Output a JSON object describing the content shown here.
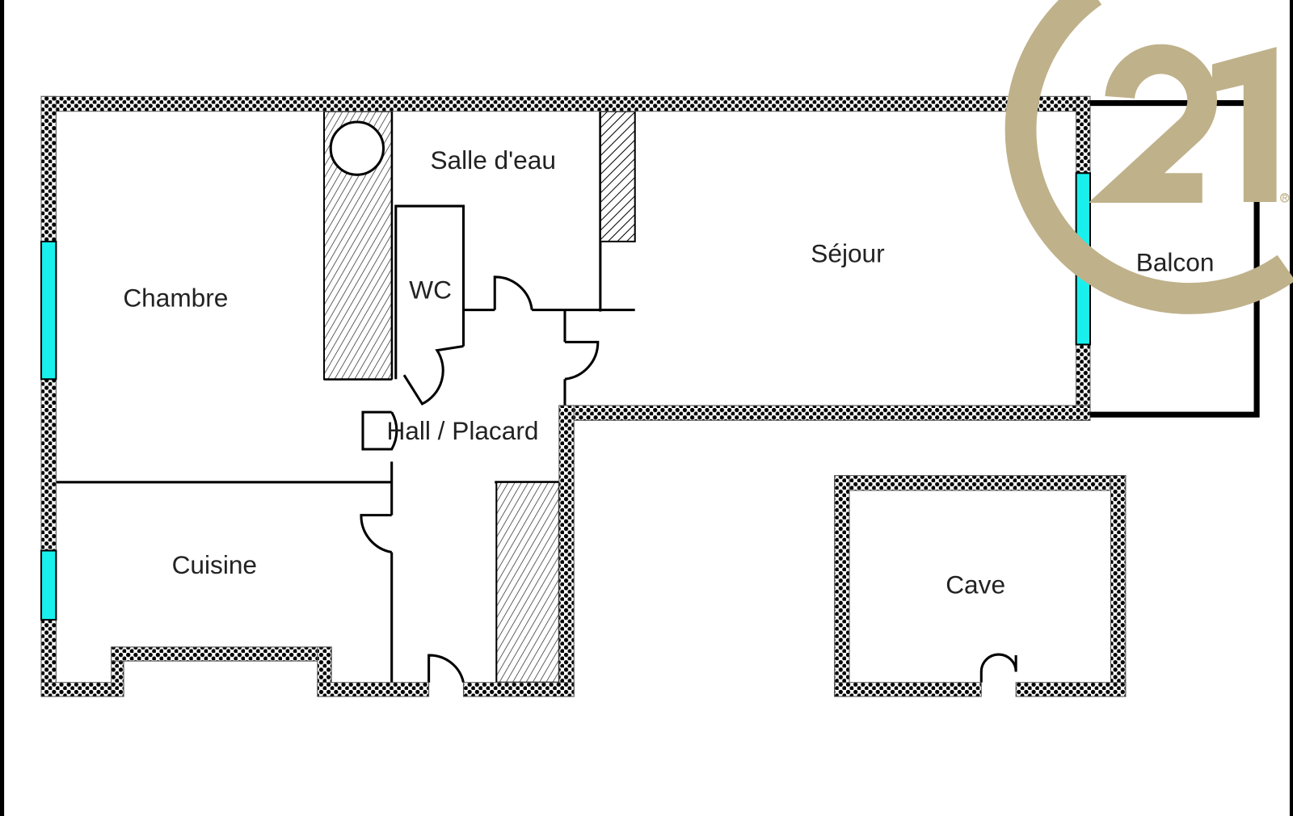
{
  "plan": {
    "rooms": {
      "chambre": "Chambre",
      "salle_deau": "Salle d'eau",
      "wc": "WC",
      "sejour": "Séjour",
      "balcon": "Balcon",
      "hall": "Hall / Placard",
      "cuisine": "Cuisine",
      "cave": "Cave"
    }
  },
  "logo": {
    "number": "21",
    "registered": "®"
  },
  "colors": {
    "wall": "#000000",
    "window": "#19f0ee",
    "logo": "#bfb18a"
  }
}
